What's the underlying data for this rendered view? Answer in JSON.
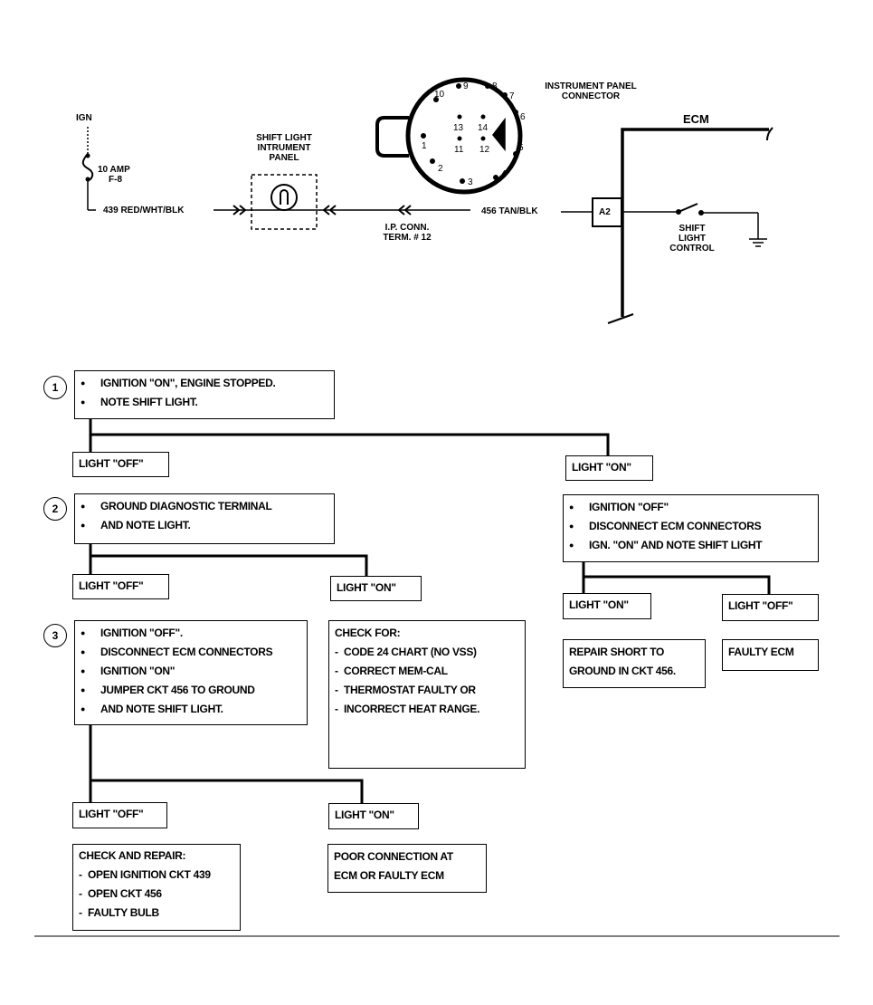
{
  "schematic": {
    "ign": "IGN",
    "fuse": [
      "10 AMP",
      "F-8"
    ],
    "wire_439": "439 RED/WHT/BLK",
    "shift_light": [
      "SHIFT LIGHT",
      "INTRUMENT",
      "PANEL"
    ],
    "ip_conn": [
      "I.P. CONN.",
      "TERM. # 12"
    ],
    "wire_456": "456 TAN/BLK",
    "connector_label": [
      "INSTRUMENT PANEL",
      "CONNECTOR"
    ],
    "pins": [
      "1",
      "2",
      "3",
      "4",
      "5",
      "6",
      "7",
      "8",
      "9",
      "10",
      "11",
      "12",
      "13",
      "14"
    ],
    "ecm": "ECM",
    "a2": "A2",
    "switch_label": [
      "SHIFT",
      "LIGHT",
      "CONTROL"
    ]
  },
  "flow": {
    "step1": {
      "num": "1",
      "items": [
        "IGNITION \"ON\", ENGINE STOPPED.",
        "NOTE SHIFT LIGHT."
      ]
    },
    "s1_off": "LIGHT \"OFF\"",
    "s1_on": "LIGHT \"ON\"",
    "step2": {
      "num": "2",
      "items": [
        "GROUND DIAGNOSTIC TERMINAL",
        "AND NOTE LIGHT."
      ]
    },
    "right_box": {
      "items": [
        "IGNITION \"OFF\"",
        "DISCONNECT ECM CONNECTORS",
        "IGN. \"ON\" AND NOTE SHIFT LIGHT"
      ]
    },
    "r_on": "LIGHT \"ON\"",
    "r_off": "LIGHT \"OFF\"",
    "repair_short": [
      "REPAIR SHORT TO",
      "GROUND IN CKT 456."
    ],
    "faulty_ecm": "FAULTY ECM",
    "s2_off": "LIGHT \"OFF\"",
    "s2_on": "LIGHT \"ON\"",
    "step3": {
      "num": "3",
      "items": [
        "IGNITION \"OFF\".",
        "DISCONNECT ECM CONNECTORS",
        "IGNITION \"ON\"",
        "JUMPER CKT 456 TO GROUND",
        "AND NOTE SHIFT LIGHT."
      ]
    },
    "check_for": {
      "title": "CHECK FOR:",
      "items": [
        "CODE 24 CHART (NO VSS)",
        "CORRECT MEM-CAL",
        "THERMOSTAT FAULTY OR",
        "INCORRECT HEAT RANGE."
      ]
    },
    "s3_off": "LIGHT \"OFF\"",
    "s3_on": "LIGHT \"ON\"",
    "check_repair": {
      "title": "CHECK AND REPAIR:",
      "items": [
        "OPEN IGNITION CKT 439",
        "OPEN CKT 456",
        "FAULTY BULB"
      ]
    },
    "poor_conn": [
      "POOR CONNECTION AT",
      "ECM OR FAULTY ECM"
    ]
  }
}
